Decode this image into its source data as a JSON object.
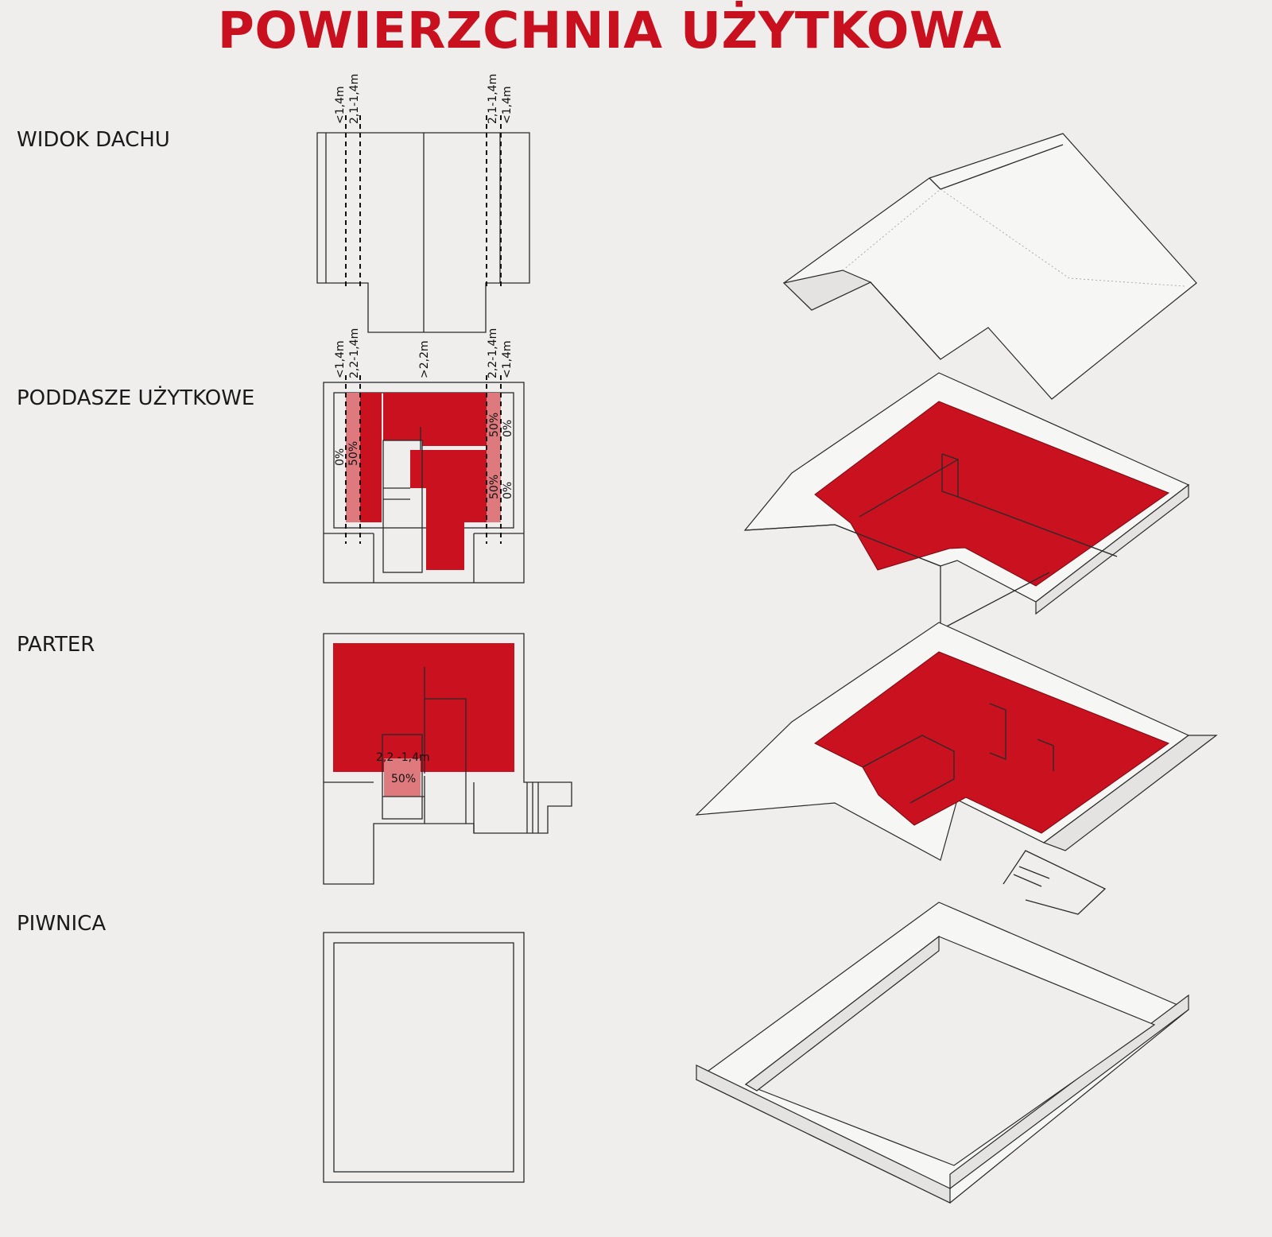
{
  "title": "POWIERZCHNIA UŻYTKOWA",
  "levels": {
    "roof": "WIDOK DACHU",
    "attic": "PODDASZE UŻYTKOWE",
    "ground": "PARTER",
    "basement": "PIWNICA"
  },
  "roof_labels": {
    "l1": "<1,4m",
    "l2": "2,1-1,4m",
    "r1": "2,1-1,4m",
    "r2": "<1,4m"
  },
  "attic_labels": {
    "l1": "<1,4m",
    "l2": "2,2-1,4m",
    "mid": ">2,2m",
    "r1": "2,2-1,4m",
    "r2": "<1,4m",
    "zero_left": "0%",
    "fifty_left": "50%",
    "fifty_right_a": "50%",
    "zero_right_a": "0%",
    "fifty_right_b": "50%",
    "zero_right_b": "0%"
  },
  "ground_labels": {
    "height": "2,2 -1,4m",
    "percent": "50%"
  },
  "colors": {
    "red": "#c9111f",
    "pink": "#de7a7e",
    "background": "#efeeed",
    "title": "#c8101e"
  }
}
